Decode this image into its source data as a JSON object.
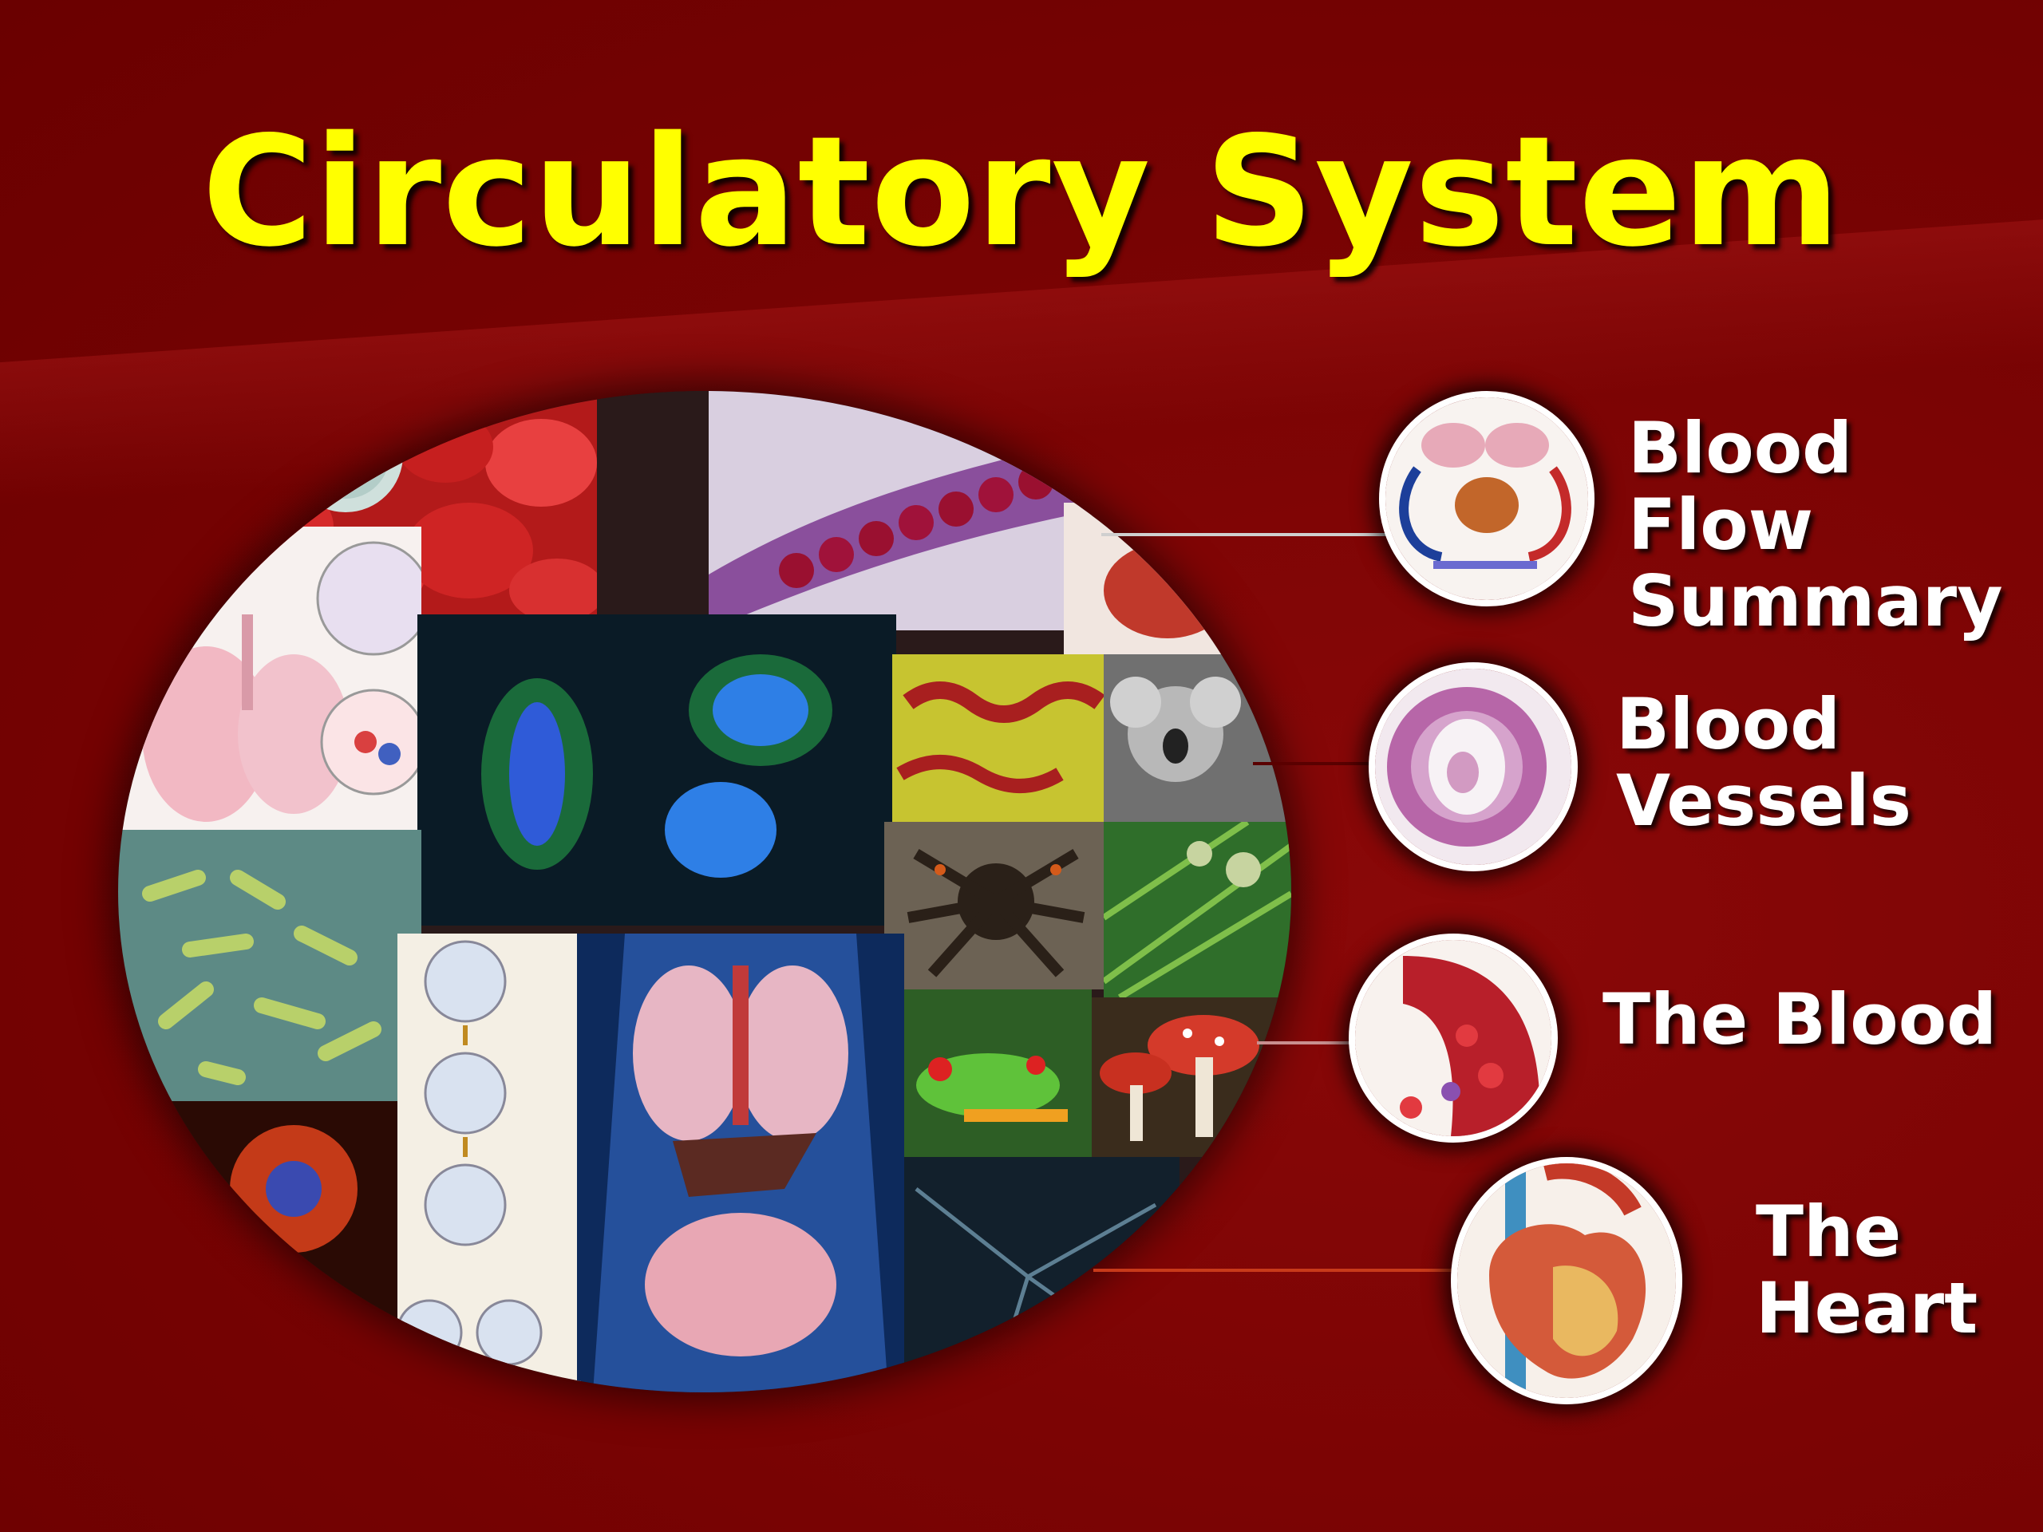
{
  "slide": {
    "title": "Circulatory System",
    "title_color": "#ffff00",
    "background_color": "#7d0000"
  },
  "collage": {
    "tiles": [
      "white-blood-cell-among-red-blood-cells",
      "red-blood-cells-in-capillary",
      "lung-and-alveoli-diagram",
      "cell-division-fluorescence",
      "bacteria-micrograph",
      "cell-cycle-diagram",
      "human-torso-organs",
      "koala",
      "tarantula",
      "fern",
      "tree-frog",
      "red-mushrooms",
      "neuron-network"
    ]
  },
  "topics": [
    {
      "lines": [
        "Blood",
        "Flow",
        "Summary"
      ],
      "icon": "blood-flow-diagram-icon"
    },
    {
      "lines": [
        "Blood",
        "Vessels"
      ],
      "icon": "vessel-cross-section-icon"
    },
    {
      "lines": [
        "The Blood"
      ],
      "icon": "blood-cells-icon"
    },
    {
      "lines": [
        "The",
        "Heart"
      ],
      "icon": "heart-anatomy-icon"
    }
  ]
}
